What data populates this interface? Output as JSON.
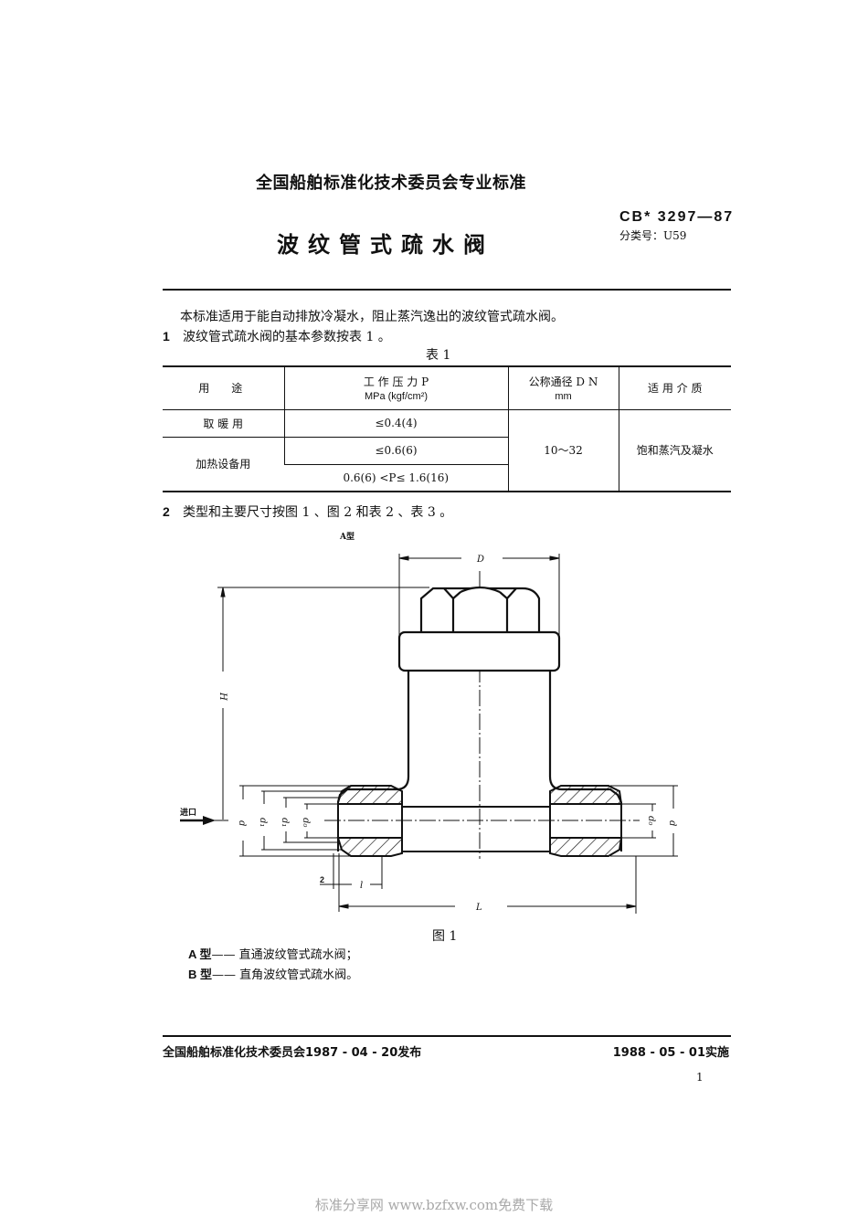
{
  "header": {
    "organization": "全国船舶标准化技术委员会专业标准",
    "title": "波纹管式疏水阀",
    "standard_code": "CB* 3297—87",
    "classification": "分类号：U59"
  },
  "intro": {
    "paragraph": "本标准适用于能自动排放冷凝水，阻止蒸汽逸出的波纹管式疏水阀。",
    "clause1_num": "1",
    "clause1_text": "波纹管式疏水阀的基本参数按表 1 。"
  },
  "table1": {
    "caption": "表 1",
    "headers": {
      "usage": "用　途",
      "pressure_line1": "工 作 压 力 P",
      "pressure_line2": "MPa (kgf/cm²)",
      "dn_line1": "公称通径 D N",
      "dn_line2": "mm",
      "medium": "适 用 介 质"
    },
    "rows": [
      {
        "usage": "取 暖 用",
        "pressure": "≤0.4(4)"
      },
      {
        "usage": "加热设备用",
        "pressure": "≤0.6(6)"
      },
      {
        "usage": "",
        "pressure": "0.6(6) <P≤ 1.6(16)"
      }
    ],
    "dn_value": "10～32",
    "medium_value": "饱和蒸汽及凝水"
  },
  "clause2": {
    "num": "2",
    "text": "类型和主要尺寸按图 1 、图 2 和表 2 、表 3 。"
  },
  "figure1": {
    "type_label": "A型",
    "dim_D": "D",
    "dim_H": "H",
    "dim_d": "d",
    "dim_d1": "d₁",
    "dim_d2": "d₁",
    "dim_d0_left": "d₀",
    "dim_d0_right": "d₀",
    "dim_d_right": "d",
    "dim_2": "2",
    "dim_l": "l",
    "dim_L": "L",
    "inlet_label": "进口",
    "caption": "图 1"
  },
  "types": {
    "a_label": "A 型",
    "a_text": "—— 直通波纹管式疏水阀；",
    "b_label": "B 型",
    "b_text": "—— 直角波纹管式疏水阀。"
  },
  "footer": {
    "issued": "全国船舶标准化技术委员会1987 - 04 - 20发布",
    "effective": "1988 - 05 - 01实施",
    "page_number": "1"
  },
  "watermark": "标准分享网 www.bzfxw.com免费下载"
}
